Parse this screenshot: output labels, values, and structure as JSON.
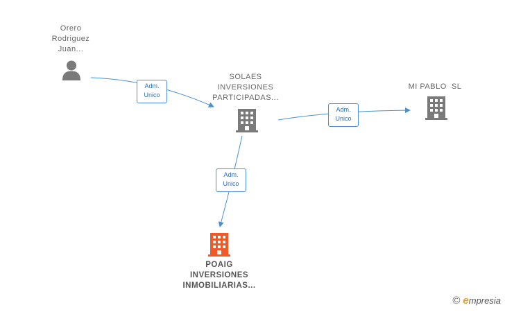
{
  "nodes": {
    "person": {
      "lines": [
        "Orero",
        "Rodriguez",
        "Juan..."
      ],
      "icon": "person-icon"
    },
    "solaes": {
      "lines": [
        "SOLAES",
        "INVERSIONES",
        "PARTICIPADAS..."
      ],
      "icon": "building-icon"
    },
    "mipablo": {
      "lines": [
        "MI PABLO  SL"
      ],
      "icon": "building-icon"
    },
    "poaig": {
      "lines": [
        "POAIG",
        "INVERSIONES",
        "INMOBILIARIAS..."
      ],
      "icon": "building-icon"
    }
  },
  "edges": {
    "e1": {
      "lines": [
        "Adm.",
        "Unico"
      ]
    },
    "e2": {
      "lines": [
        "Adm.",
        "Unico"
      ]
    },
    "e3": {
      "lines": [
        "Adm.",
        "Unico"
      ]
    }
  },
  "colors": {
    "edge": "#4a8fd1",
    "node_gray": "#7a7a7a",
    "node_main": "#f05a28"
  },
  "credit": {
    "symbol": "©",
    "brand_initial": "e",
    "brand_rest": "mpresia"
  }
}
